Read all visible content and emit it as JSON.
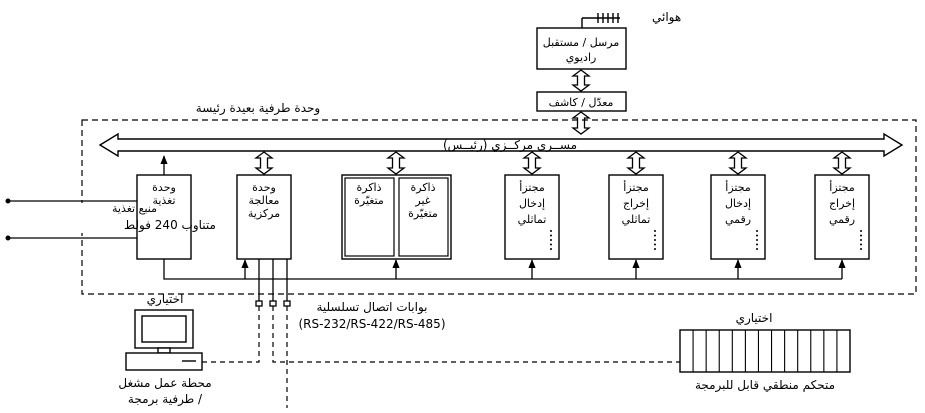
{
  "antenna_label": "هوائي",
  "radio_unit": [
    "مرسل / مستقبل",
    "راديوي"
  ],
  "modem_label": "معدّل / كاشف",
  "rtu_title": "وحدة طرفية بعيدة رئيسة",
  "bus_label": "مســرى مركــزي (رئيــس)",
  "modules": {
    "power": [
      "وحدة",
      "تغذية"
    ],
    "cpu": [
      "وحدة",
      "معالجة",
      "مركزية"
    ],
    "ram": [
      "ذاكرة",
      "متغيّرة"
    ],
    "rom": [
      "ذاكرة",
      "غير",
      "متغيّرة"
    ],
    "analog_in": [
      "مجتزأ",
      "إدخال",
      "تماثلي"
    ],
    "analog_out": [
      "مجتزأ",
      "إخراج",
      "تماثلي"
    ],
    "digital_in": [
      "مجتزأ",
      "إدخال",
      "رقمي"
    ],
    "digital_out": [
      "مجتزأ",
      "إخراج",
      "رقمي"
    ]
  },
  "power_source": [
    "منبع تغذية",
    "متناوب 240 فولط"
  ],
  "serial_ports": [
    "بوابات اتصال تسلسلية",
    "(RS-232/RS-422/RS-485)"
  ],
  "optional_label": "اختياري",
  "workstation": [
    "محطة عمل مشغل",
    "/ طرفية برمجة"
  ],
  "plc_label": "متحكم منطقي قابل للبرمجة"
}
